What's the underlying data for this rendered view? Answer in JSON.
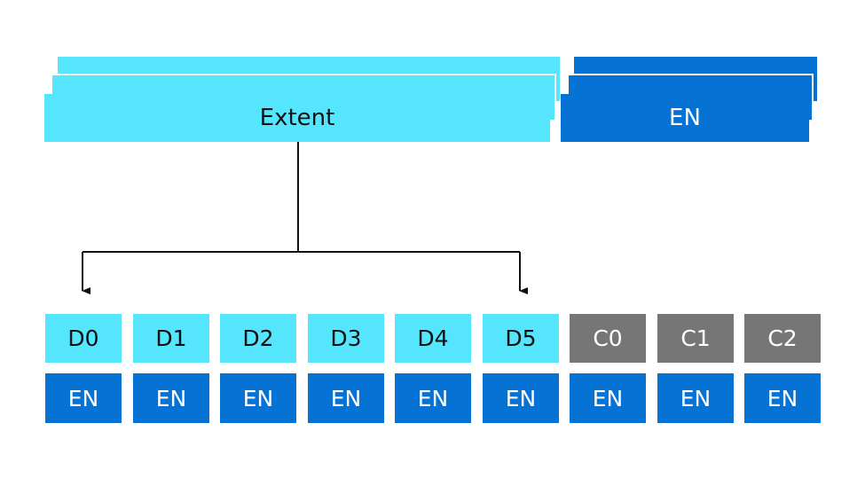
{
  "colors": {
    "cyan": "#55E5FD",
    "blue": "#0672D4",
    "gray": "#767676",
    "line": "#111111"
  },
  "extent": {
    "label": "Extent"
  },
  "extent_en": {
    "label": "EN"
  },
  "chunks": [
    {
      "label": "D0",
      "kind": "data",
      "en": "EN"
    },
    {
      "label": "D1",
      "kind": "data",
      "en": "EN"
    },
    {
      "label": "D2",
      "kind": "data",
      "en": "EN"
    },
    {
      "label": "D3",
      "kind": "data",
      "en": "EN"
    },
    {
      "label": "D4",
      "kind": "data",
      "en": "EN"
    },
    {
      "label": "D5",
      "kind": "data",
      "en": "EN"
    },
    {
      "label": "C0",
      "kind": "code",
      "en": "EN"
    },
    {
      "label": "C1",
      "kind": "code",
      "en": "EN"
    },
    {
      "label": "C2",
      "kind": "code",
      "en": "EN"
    }
  ]
}
